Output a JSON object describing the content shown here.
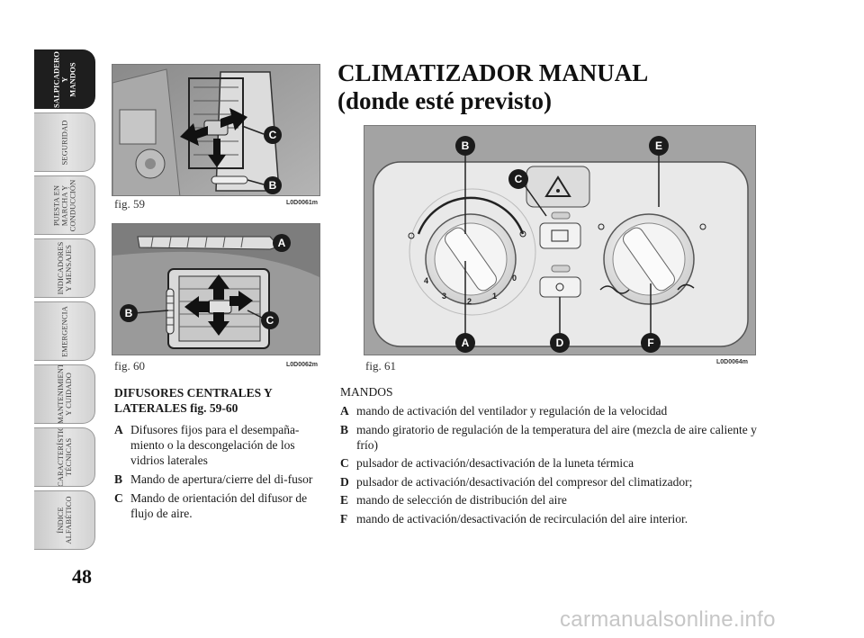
{
  "side_tabs": [
    {
      "label": "SALPICADERO Y\nMANDOS",
      "active": true
    },
    {
      "label": "SEGURIDAD",
      "active": false
    },
    {
      "label": "PUESTA EN\nMARCHA Y\nCONDUCCIÓN",
      "active": false
    },
    {
      "label": "INDICADORES\nY MENSAJES",
      "active": false
    },
    {
      "label": "EMERGENCIA",
      "active": false
    },
    {
      "label": "MANTENIMIENTO\nY CUIDADO",
      "active": false
    },
    {
      "label": "CARACTERÍSTICAS\nTÉCNICAS",
      "active": false
    },
    {
      "label": "ÍNDICE\nALFABÉTICO",
      "active": false
    }
  ],
  "page_number": "48",
  "figures": {
    "fig59": {
      "caption": "fig. 59",
      "code": "L0D0061m",
      "callouts": [
        "C",
        "B"
      ]
    },
    "fig60": {
      "caption": "fig. 60",
      "code": "L0D0062m",
      "callouts": [
        "A",
        "B",
        "C"
      ]
    },
    "fig61": {
      "caption": "fig. 61",
      "code": "L0D0064m",
      "callouts": [
        "B",
        "E",
        "C",
        "A",
        "D",
        "F"
      ],
      "fan_speeds": [
        "4",
        "3",
        "2",
        "1",
        "0"
      ]
    }
  },
  "title": {
    "line1": "CLIMATIZADOR MANUAL",
    "line2": "(donde esté previsto)"
  },
  "left_section": {
    "heading": "DIFUSORES CENTRALES Y LATERALES fig. 59-60",
    "items": [
      {
        "key": "A",
        "text": "Difusores fijos para el desempaña-miento o la descongelación de los vidrios laterales"
      },
      {
        "key": "B",
        "text": "Mando de apertura/cierre del di-fusor"
      },
      {
        "key": "C",
        "text": "Mando de orientación del difusor de flujo de aire."
      }
    ]
  },
  "right_section": {
    "heading": "MANDOS",
    "items": [
      {
        "key": "A",
        "text": "mando de activación del ventilador y regulación de la velocidad"
      },
      {
        "key": "B",
        "text": "mando giratorio de regulación de la temperatura del aire (mezcla de aire caliente y frío)"
      },
      {
        "key": "C",
        "text": "pulsador de activación/desactivación de la luneta térmica"
      },
      {
        "key": "D",
        "text": "pulsador de activación/desactivación del compresor del climatizador;"
      },
      {
        "key": "E",
        "text": "mando de selección de distribución del aire"
      },
      {
        "key": "F",
        "text": "mando de activación/desactivación de recirculación del aire interior."
      }
    ]
  },
  "watermark": "carmanualsonline.info"
}
